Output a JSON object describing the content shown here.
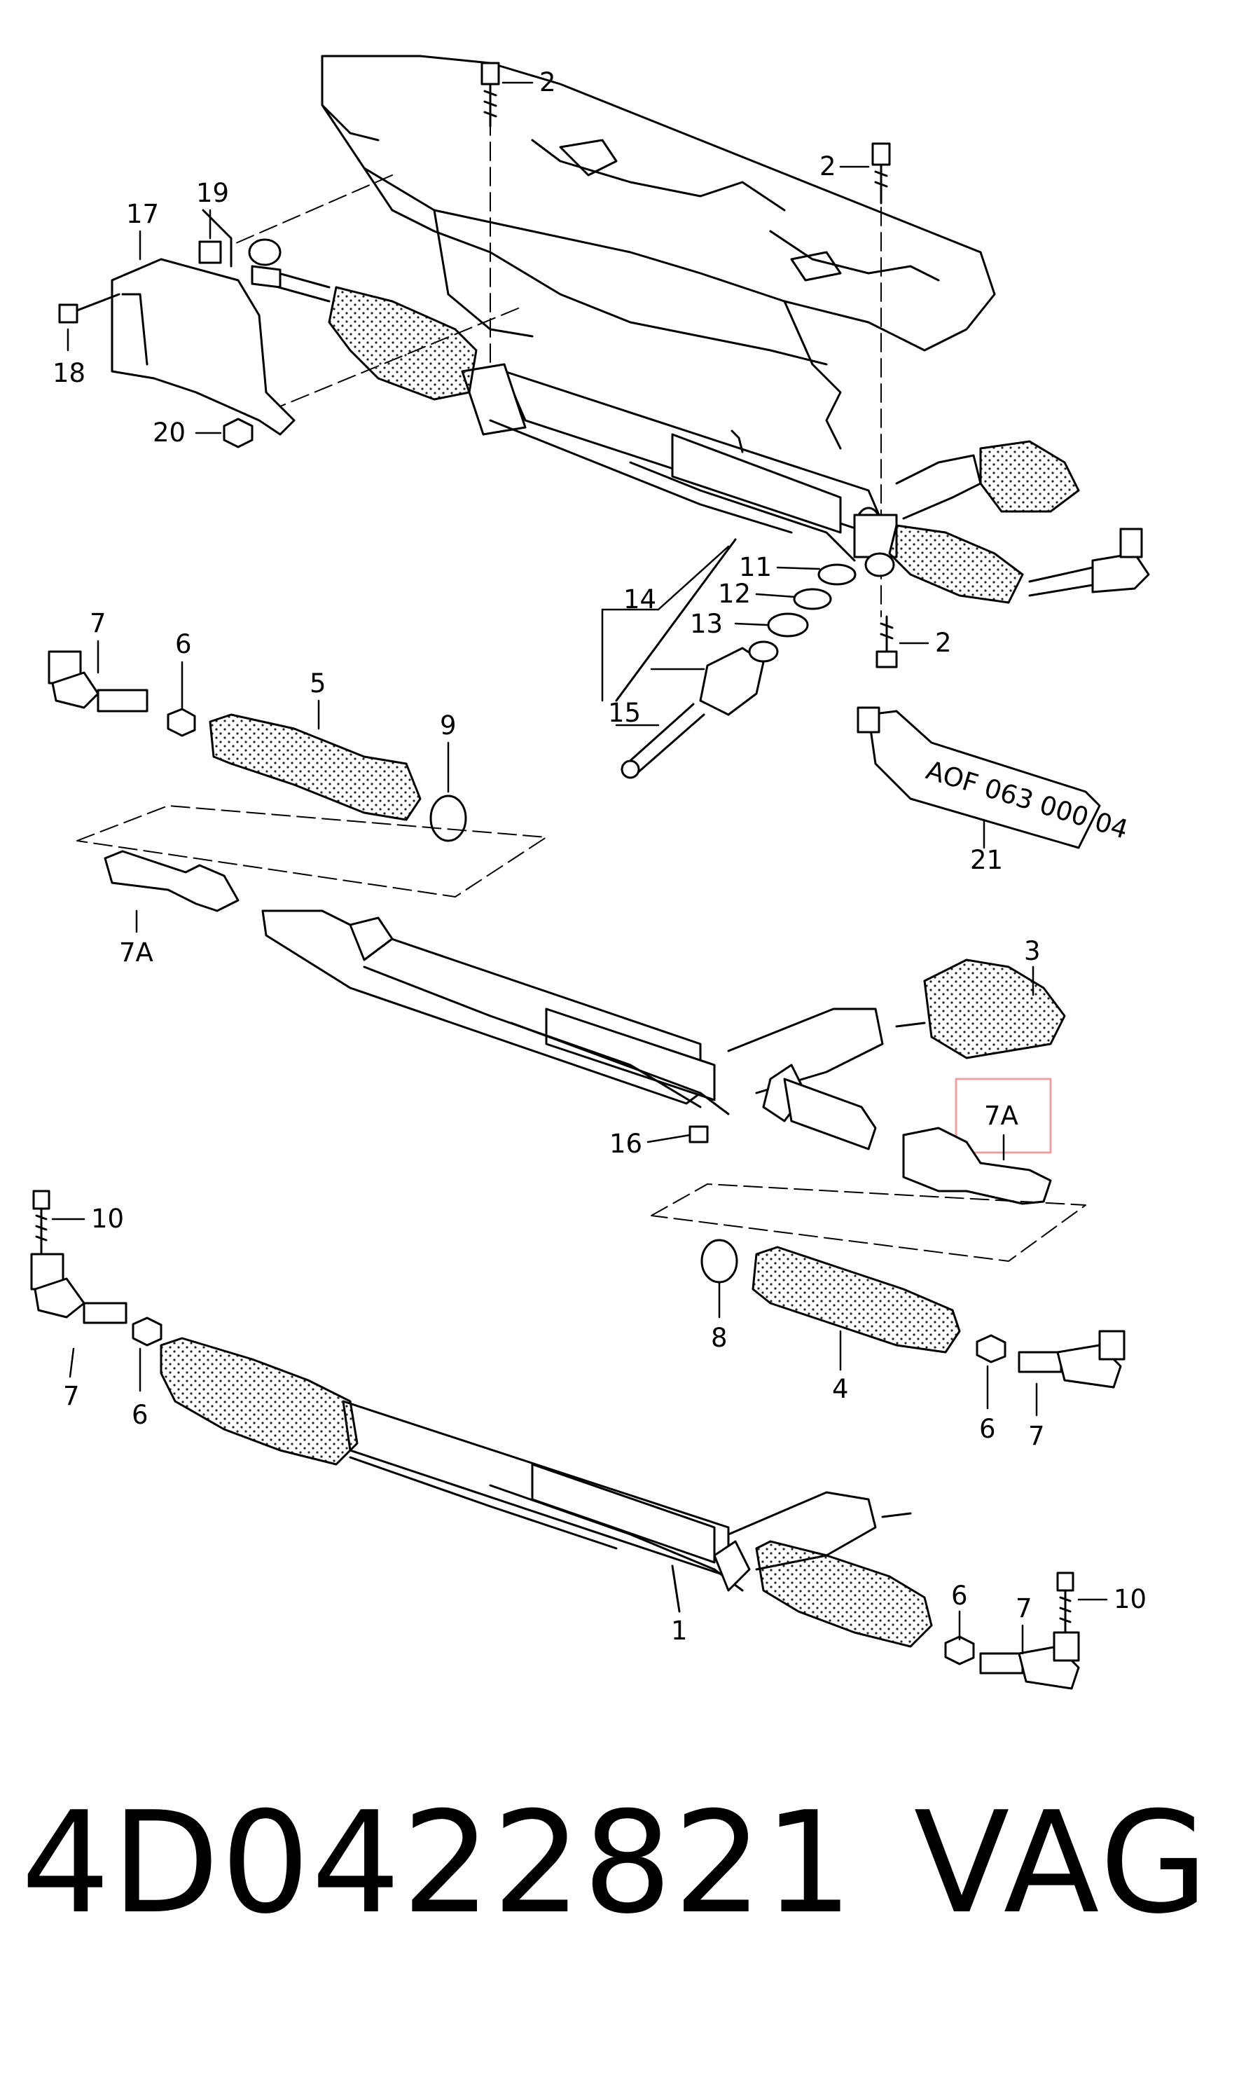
{
  "diagram": {
    "callouts": {
      "c2_top": "2",
      "c2_right": "2",
      "c2_low": "2",
      "c17": "17",
      "c19": "19",
      "c18": "18",
      "c20": "20",
      "c11": "11",
      "c12": "12",
      "c13": "13",
      "c14": "14",
      "c15": "15",
      "c7_left": "7",
      "c6_left": "6",
      "c5": "5",
      "c9": "9",
      "c21": "21",
      "c7A_left": "7A",
      "c3": "3",
      "c7A_box": "7A",
      "c16": "16",
      "c10_left": "10",
      "c7_mid_left": "7",
      "c6_mid_left": "6",
      "c8": "8",
      "c4": "4",
      "c6_mid_right": "6",
      "c7_mid_right": "7",
      "c1": "1",
      "c6_bottom": "6",
      "c7_bottom": "7",
      "c10_right": "10"
    },
    "tube_text": "AOF 063 000 04",
    "highlight_color": "#e8a1a6"
  },
  "footer": {
    "part_number": "4D0422821",
    "brand": "VAG"
  }
}
